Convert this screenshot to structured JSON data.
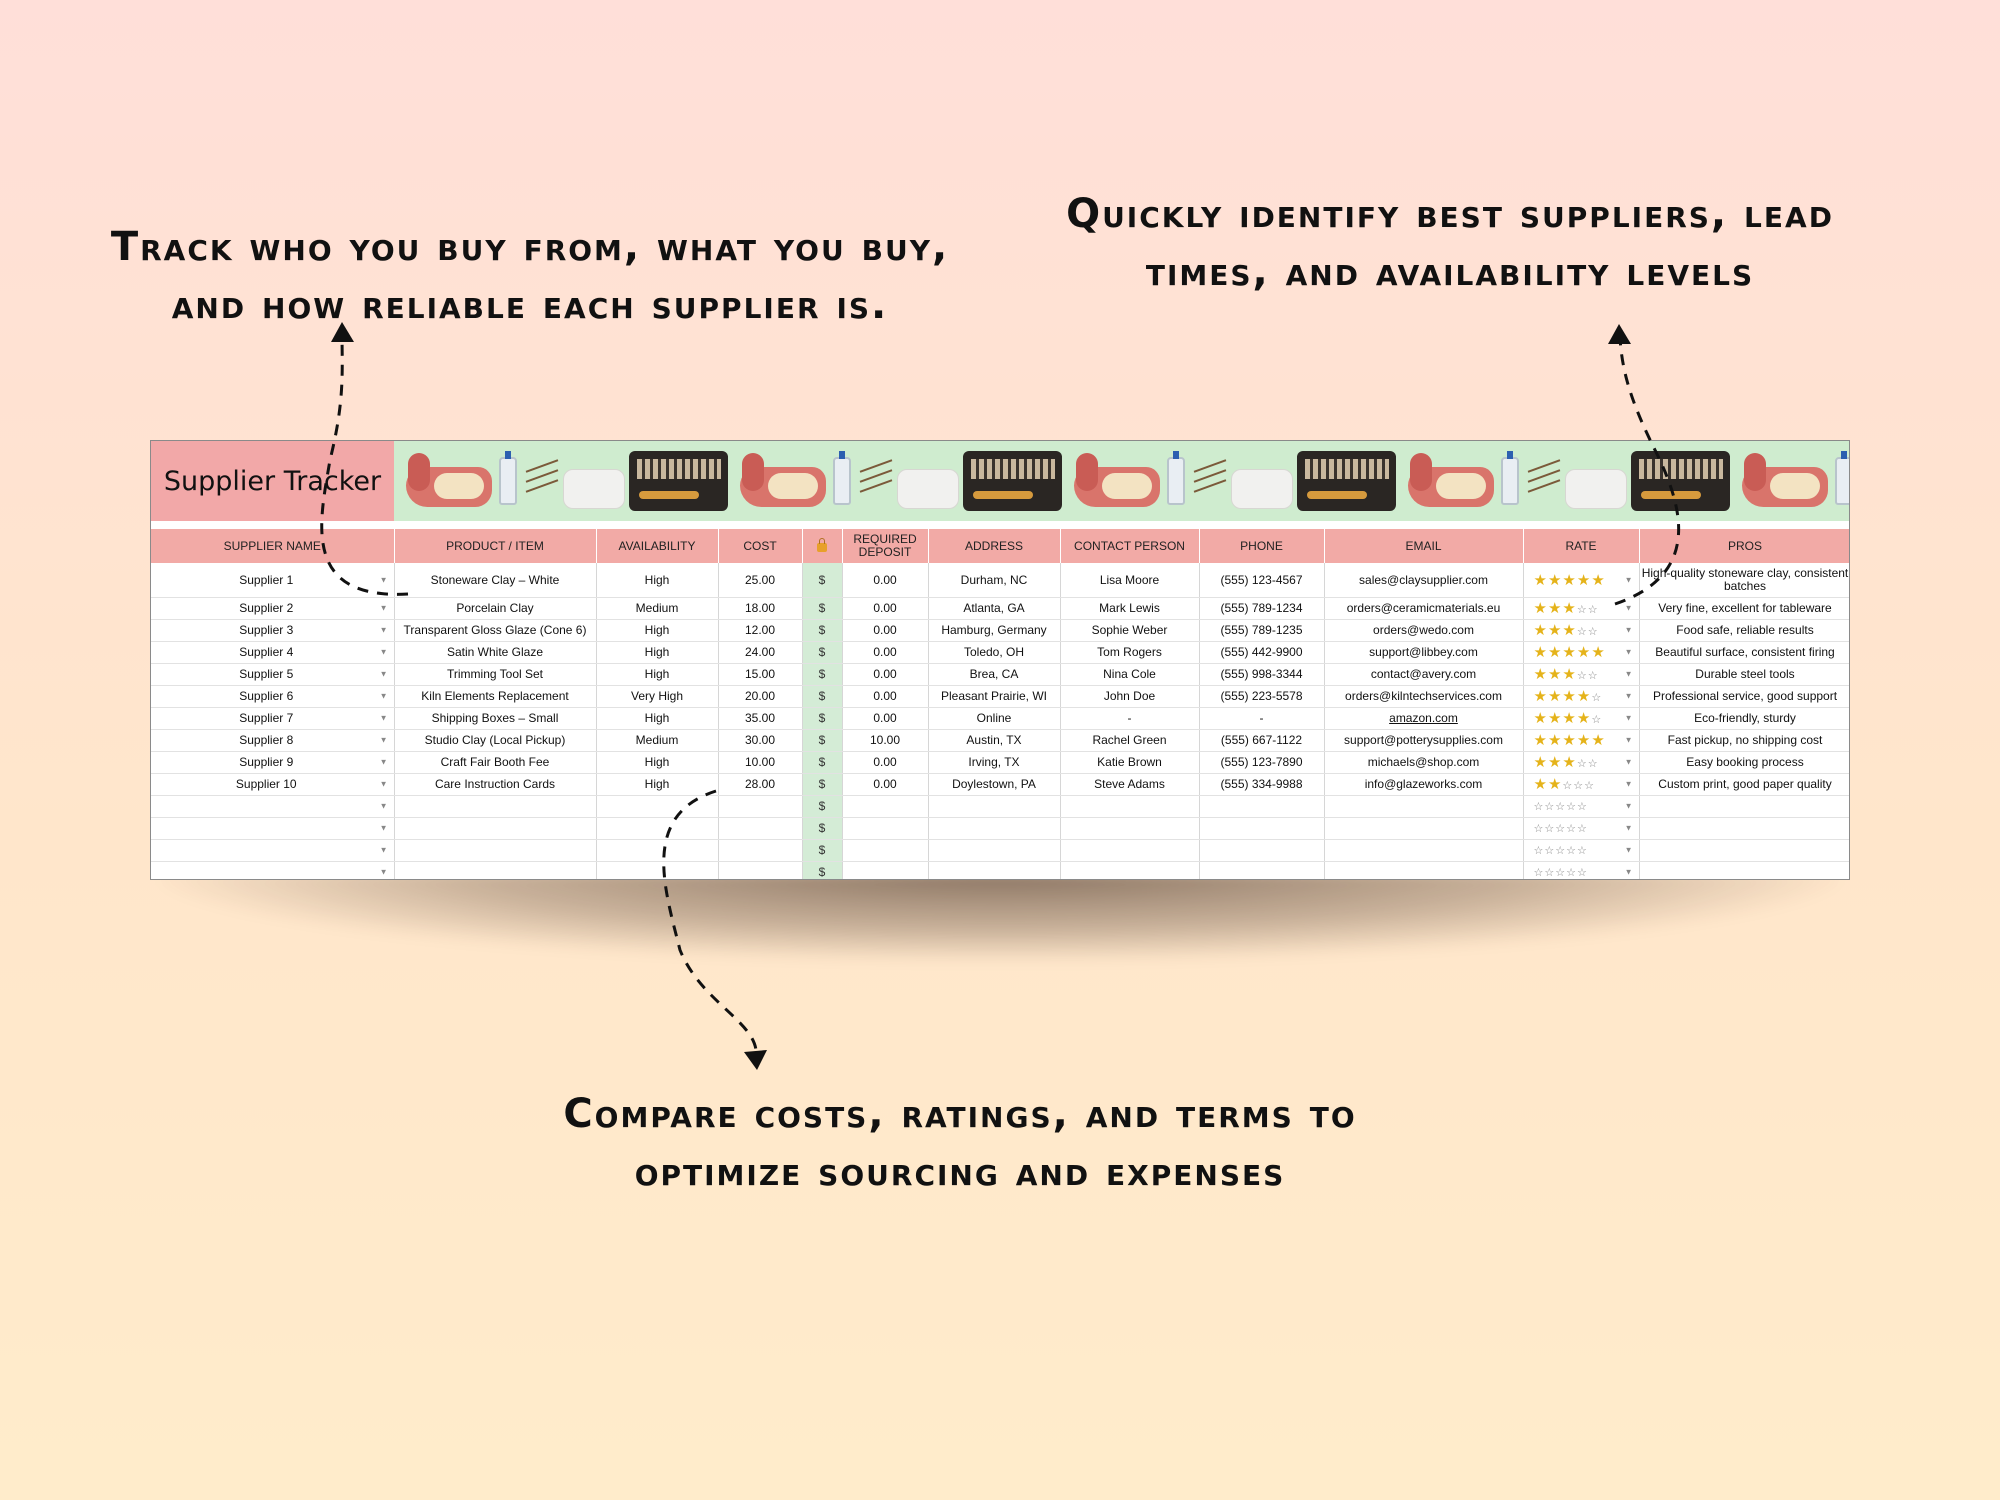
{
  "callouts": {
    "left": [
      "Track who you buy from, what you buy,",
      "and how reliable each supplier is."
    ],
    "right": [
      "Quickly identify best suppliers, lead",
      "times, and availability levels"
    ],
    "bottom": [
      "Compare costs, ratings, and terms to",
      "optimize sourcing and expenses"
    ]
  },
  "sheet": {
    "title": "Supplier Tracker",
    "headers": {
      "supplier_name": "SUPPLIER NAME",
      "product": "PRODUCT / ITEM",
      "availability": "AVAILABILITY",
      "cost": "COST",
      "lock_icon": "lock-icon",
      "required_deposit": "REQUIRED DEPOSIT",
      "address": "ADDRESS",
      "contact_person": "CONTACT PERSON",
      "phone": "PHONE",
      "email": "EMAIL",
      "rate": "RATE",
      "pros": "PROS"
    },
    "currency_symbol": "$",
    "star_color": "#e5b31a",
    "header_color": "#f2aaa6",
    "rows": [
      {
        "supplier": "Supplier 1",
        "product": "Stoneware Clay – White",
        "availability": "High",
        "cost": "25.00",
        "deposit": "0.00",
        "address": "Durham, NC",
        "contact": "Lisa Moore",
        "phone": "(555) 123-4567",
        "email": "sales@claysupplier.com",
        "rating": 5,
        "pros": "High-quality stoneware clay, consistent batches"
      },
      {
        "supplier": "Supplier 2",
        "product": "Porcelain Clay",
        "availability": "Medium",
        "cost": "18.00",
        "deposit": "0.00",
        "address": "Atlanta, GA",
        "contact": "Mark Lewis",
        "phone": "(555) 789-1234",
        "email": "orders@ceramicmaterials.eu",
        "rating": 3,
        "pros": "Very fine, excellent for tableware"
      },
      {
        "supplier": "Supplier 3",
        "product": "Transparent Gloss Glaze (Cone 6)",
        "availability": "High",
        "cost": "12.00",
        "deposit": "0.00",
        "address": "Hamburg, Germany",
        "contact": "Sophie Weber",
        "phone": "(555) 789-1235",
        "email": "orders@wedo.com",
        "rating": 3,
        "pros": "Food safe, reliable results"
      },
      {
        "supplier": "Supplier 4",
        "product": "Satin White Glaze",
        "availability": "High",
        "cost": "24.00",
        "deposit": "0.00",
        "address": "Toledo, OH",
        "contact": "Tom Rogers",
        "phone": "(555) 442-9900",
        "email": "support@libbey.com",
        "rating": 5,
        "pros": "Beautiful surface, consistent firing"
      },
      {
        "supplier": "Supplier 5",
        "product": "Trimming Tool Set",
        "availability": "High",
        "cost": "15.00",
        "deposit": "0.00",
        "address": "Brea, CA",
        "contact": "Nina Cole",
        "phone": "(555) 998-3344",
        "email": "contact@avery.com",
        "rating": 3,
        "pros": "Durable steel tools"
      },
      {
        "supplier": "Supplier 6",
        "product": "Kiln Elements Replacement",
        "availability": "Very High",
        "cost": "20.00",
        "deposit": "0.00",
        "address": "Pleasant Prairie, WI",
        "contact": "John Doe",
        "phone": "(555) 223-5578",
        "email": "orders@kilntechservices.com",
        "rating": 4,
        "pros": "Professional service, good support"
      },
      {
        "supplier": "Supplier 7",
        "product": "Shipping Boxes – Small",
        "availability": "High",
        "cost": "35.00",
        "deposit": "0.00",
        "address": "Online",
        "contact": "-",
        "phone": "-",
        "email": "amazon.com",
        "email_link": true,
        "rating": 4,
        "pros": "Eco-friendly, sturdy"
      },
      {
        "supplier": "Supplier 8",
        "product": "Studio Clay (Local Pickup)",
        "availability": "Medium",
        "cost": "30.00",
        "deposit": "10.00",
        "address": "Austin, TX",
        "contact": "Rachel Green",
        "phone": "(555) 667-1122",
        "email": "support@potterysupplies.com",
        "rating": 5,
        "pros": "Fast pickup, no shipping cost"
      },
      {
        "supplier": "Supplier 9",
        "product": "Craft Fair Booth Fee",
        "availability": "High",
        "cost": "10.00",
        "deposit": "0.00",
        "address": "Irving, TX",
        "contact": "Katie Brown",
        "phone": "(555) 123-7890",
        "email": "michaels@shop.com",
        "rating": 3,
        "pros": "Easy booking process"
      },
      {
        "supplier": "Supplier 10",
        "product": "Care Instruction Cards",
        "availability": "High",
        "cost": "28.00",
        "deposit": "0.00",
        "address": "Doylestown, PA",
        "contact": "Steve Adams",
        "phone": "(555) 334-9988",
        "email": "info@glazeworks.com",
        "rating": 2,
        "pros": "Custom print, good paper quality"
      }
    ],
    "empty_rows": 4
  }
}
